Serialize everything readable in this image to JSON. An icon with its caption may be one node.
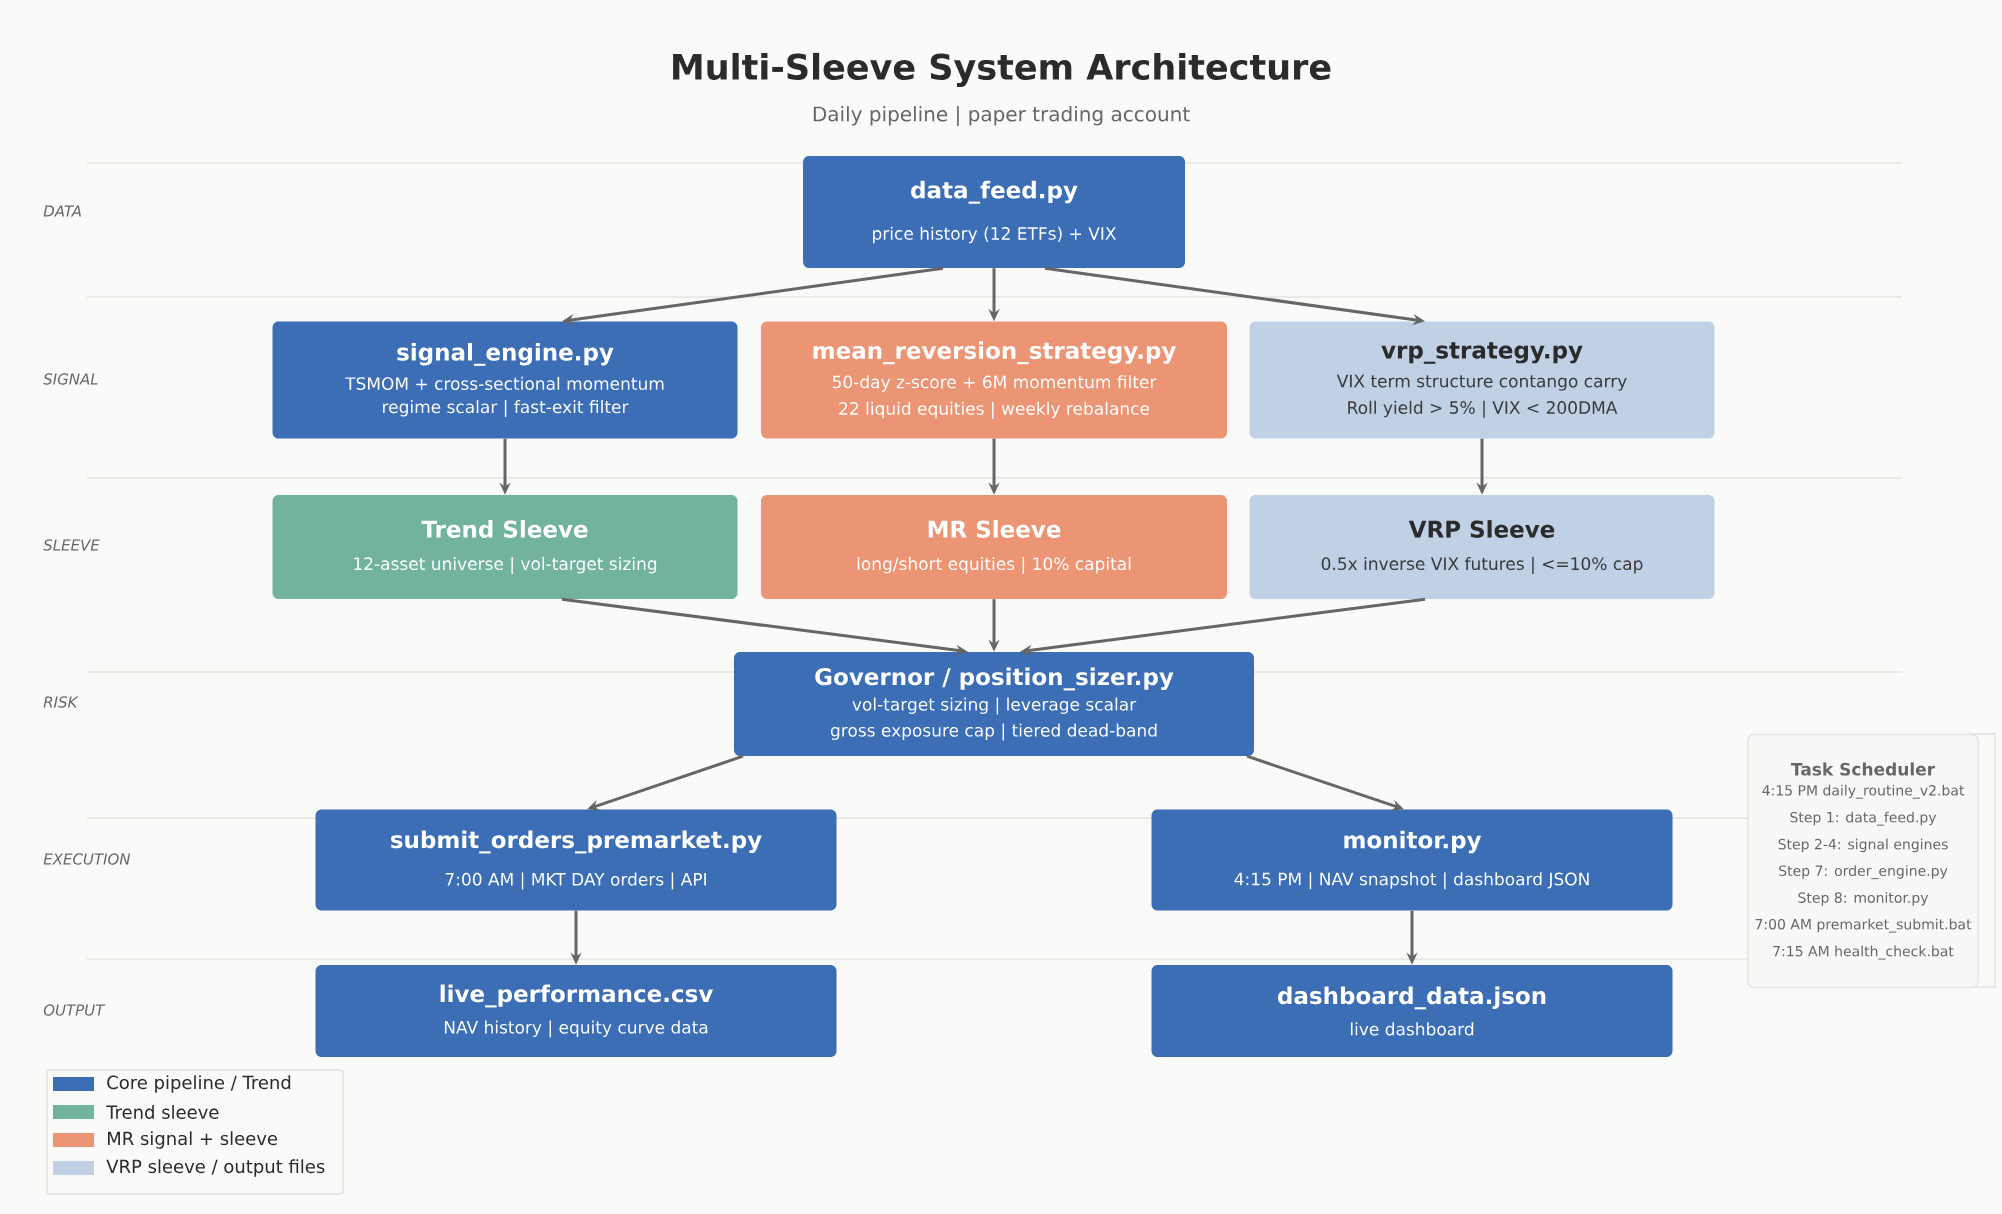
{
  "diagram": {
    "title": "Multi-Sleeve System Architecture",
    "caption": "Daily pipeline  |  paper trading account",
    "nodes": [
      {
        "text": [
          "data_feed.py",
          "price history (12 ETFs) + VIX"
        ]
      },
      {
        "text": [
          "signal_engine.py",
          "TSMOM + cross-sectional momentum",
          "regime scalar  |  fast-exit filter"
        ]
      },
      {
        "text": [
          "mean_reversion_strategy.py",
          "50-day z-score + 6M momentum filter",
          "22 liquid equities  |  weekly rebalance"
        ]
      },
      {
        "text": [
          "vrp_strategy.py",
          "VIX term structure contango carry",
          "Roll yield > 5%  |  VIX < 200DMA"
        ]
      },
      {
        "text": [
          "Trend Sleeve",
          "12-asset universe  |  vol-target sizing"
        ]
      },
      {
        "text": [
          "MR Sleeve",
          "long/short equities  |  10% capital"
        ]
      },
      {
        "text": [
          "VRP Sleeve",
          "0.5x inverse VIX futures  |  <=10% cap"
        ]
      },
      {
        "text": [
          "Governor  /  position_sizer.py",
          "vol-target sizing  |  leverage scalar",
          "gross exposure cap  |  tiered dead-band"
        ]
      },
      {
        "text": [
          "submit_orders_premarket.py",
          "7:00 AM  |  MKT DAY orders  |  API"
        ]
      },
      {
        "text": [
          "monitor.py",
          "4:15 PM  |  NAV snapshot  |  dashboard JSON"
        ]
      },
      {
        "text": [
          "live_performance.csv",
          "NAV history  |  equity curve data"
        ]
      },
      {
        "text": [
          "dashboard_data.json",
          "live dashboard"
        ]
      },
      {
        "text": [
          "Task Scheduler",
          "4:15 PM  daily_routine_v2.bat",
          "Step 1: data_feed.py",
          "Step 2-4: signal engines",
          "Step 7: order_engine.py",
          "Step 8: monitor.py",
          "7:00 AM  premarket_submit.bat",
          "7:15 AM  health_check.bat"
        ]
      }
    ],
    "edges": [
      {
        "from": 0,
        "to": 1,
        "arrow": "to"
      },
      {
        "from": 0,
        "to": 2,
        "arrow": "to"
      },
      {
        "from": 0,
        "to": 3,
        "arrow": "to"
      },
      {
        "from": 1,
        "to": 4,
        "arrow": "to"
      },
      {
        "from": 2,
        "to": 5,
        "arrow": "to"
      },
      {
        "from": 3,
        "to": 6,
        "arrow": "to"
      },
      {
        "from": 4,
        "to": 7,
        "arrow": "to"
      },
      {
        "from": 5,
        "to": 7,
        "arrow": "to"
      },
      {
        "from": 6,
        "to": 7,
        "arrow": "to"
      },
      {
        "from": 7,
        "to": 8,
        "arrow": "to"
      },
      {
        "from": 7,
        "to": 9,
        "arrow": "to"
      },
      {
        "from": 8,
        "to": 10,
        "arrow": "to"
      },
      {
        "from": 9,
        "to": 11,
        "arrow": "to"
      }
    ],
    "labels": [
      "DATA",
      "SIGNAL",
      "SLEEVE",
      "RISK",
      "EXECUTION",
      "OUTPUT"
    ],
    "legend": [
      {
        "text": "Core pipeline / Trend",
        "color": "#3b6eb5"
      },
      {
        "text": "Trend sleeve",
        "color": "#72b39b"
      },
      {
        "text": "MR signal + sleeve",
        "color": "#eb9574"
      },
      {
        "text": "VRP sleeve / output files",
        "color": "#c0d0e5"
      }
    ]
  }
}
